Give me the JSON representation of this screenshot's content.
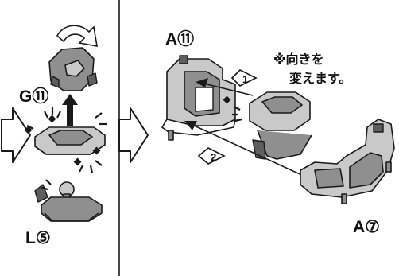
{
  "panels": {
    "left": {
      "part_g_label": "G⑪",
      "part_l_label": "L⑤"
    },
    "right": {
      "part_a11_label": "A⑪",
      "part_a7_label": "A⑦",
      "note_line1": "※向きを",
      "note_line2": "変えます。",
      "step1": "1",
      "step2": "2"
    }
  },
  "icons": [
    "flow-arrow-icon",
    "rotate-arrow-icon",
    "click-sparkle-icon",
    "insert-arrow-icon",
    "step-number-icon"
  ]
}
